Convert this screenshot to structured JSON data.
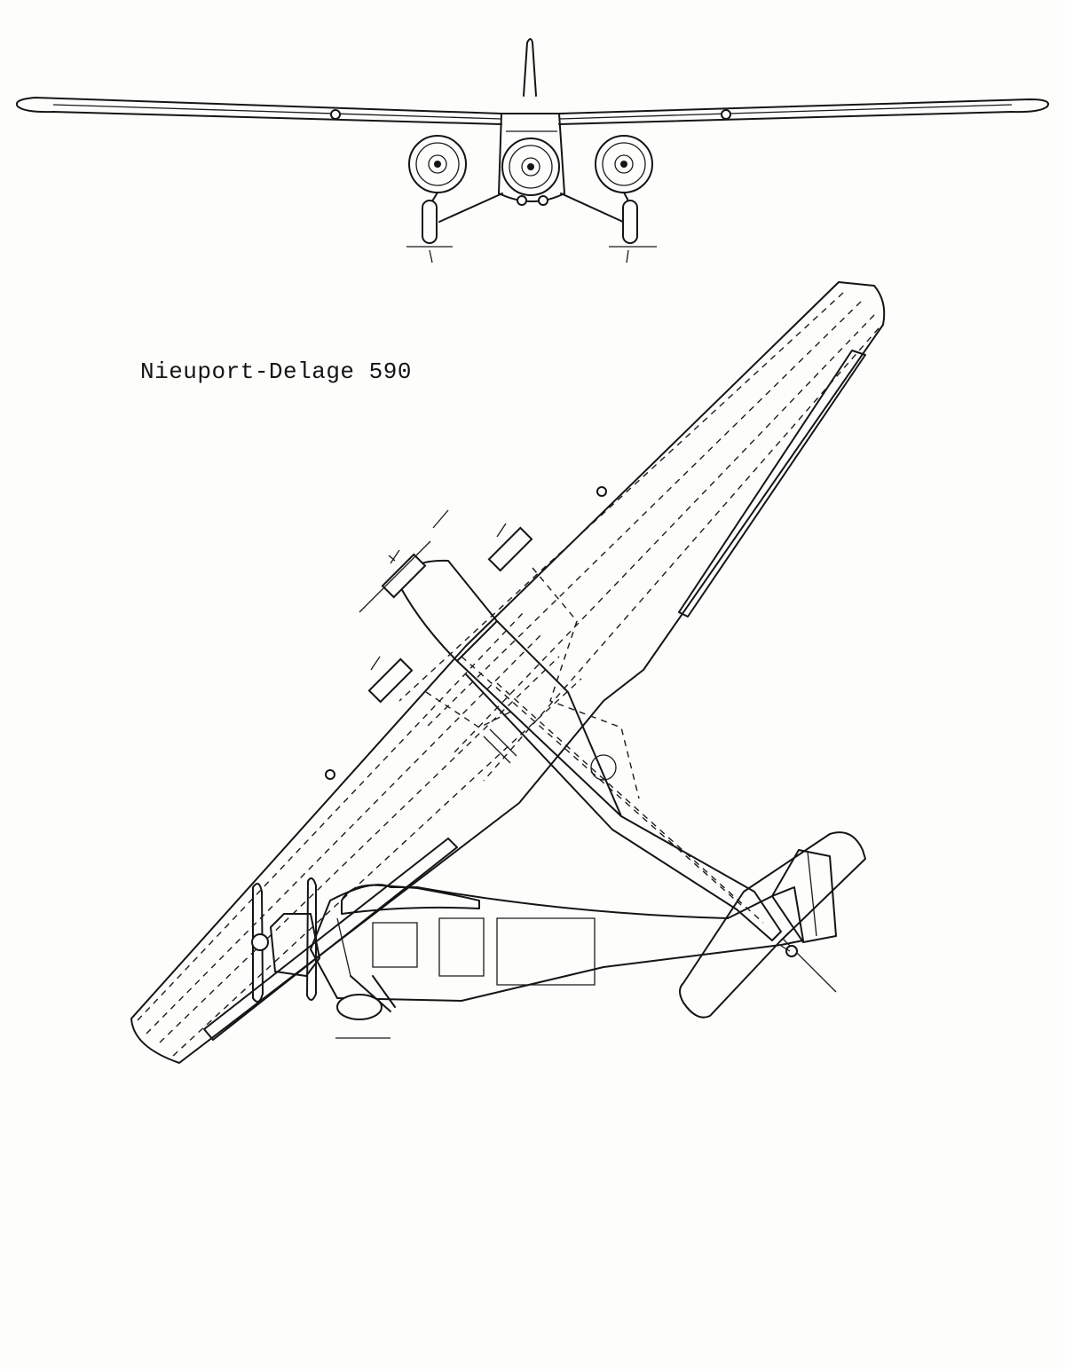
{
  "drawing": {
    "title": "Nieuport-Delage 590"
  },
  "views": [
    "front-view",
    "plan-view",
    "side-view"
  ],
  "colors": {
    "ink": "#151515",
    "paper": "#fdfdfc"
  }
}
